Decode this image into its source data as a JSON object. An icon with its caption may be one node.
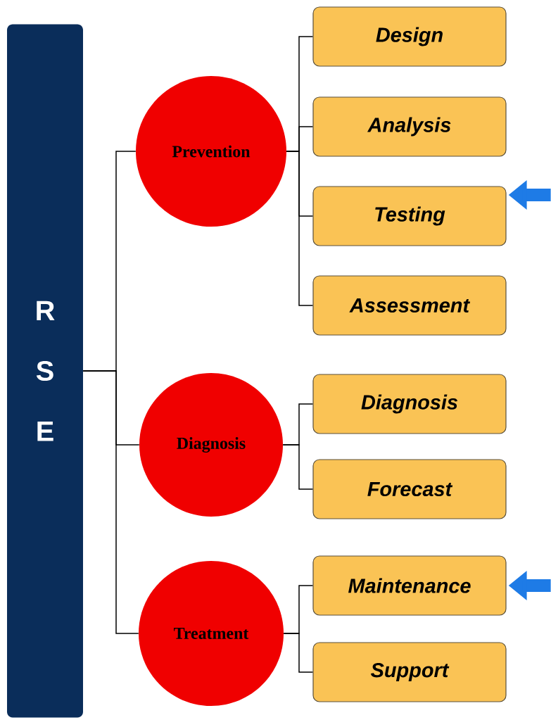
{
  "diagram": {
    "nodes": [
      {
        "text": [
          "R S E"
        ]
      },
      {
        "text": [
          "Prevention"
        ]
      },
      {
        "text": [
          "Design"
        ]
      },
      {
        "text": [
          "Analysis"
        ]
      },
      {
        "text": [
          "Testing"
        ]
      },
      {
        "text": [
          "Assessment"
        ]
      },
      {
        "text": [
          "Diagnosis"
        ]
      },
      {
        "text": [
          "Diagnosis"
        ]
      },
      {
        "text": [
          "Forecast"
        ]
      },
      {
        "text": [
          "Treatment"
        ]
      },
      {
        "text": [
          "Maintenance"
        ]
      },
      {
        "text": [
          "Support"
        ]
      }
    ],
    "edges": [
      {
        "from": 0,
        "to": 1,
        "arrow": "none"
      },
      {
        "from": 0,
        "to": 6,
        "arrow": "none"
      },
      {
        "from": 0,
        "to": 9,
        "arrow": "none"
      },
      {
        "from": 1,
        "to": 2,
        "arrow": "none"
      },
      {
        "from": 1,
        "to": 3,
        "arrow": "none"
      },
      {
        "from": 1,
        "to": 4,
        "arrow": "none"
      },
      {
        "from": 1,
        "to": 5,
        "arrow": "none"
      },
      {
        "from": 6,
        "to": 7,
        "arrow": "none"
      },
      {
        "from": 6,
        "to": 8,
        "arrow": "none"
      },
      {
        "from": 9,
        "to": 10,
        "arrow": "none"
      },
      {
        "from": 9,
        "to": 11,
        "arrow": "none"
      },
      {
        "from": null,
        "to": 4,
        "arrow": "to",
        "style": "thick",
        "color": "#1e7be6"
      },
      {
        "from": null,
        "to": 10,
        "arrow": "to",
        "style": "thick",
        "color": "#1e7be6"
      }
    ]
  }
}
